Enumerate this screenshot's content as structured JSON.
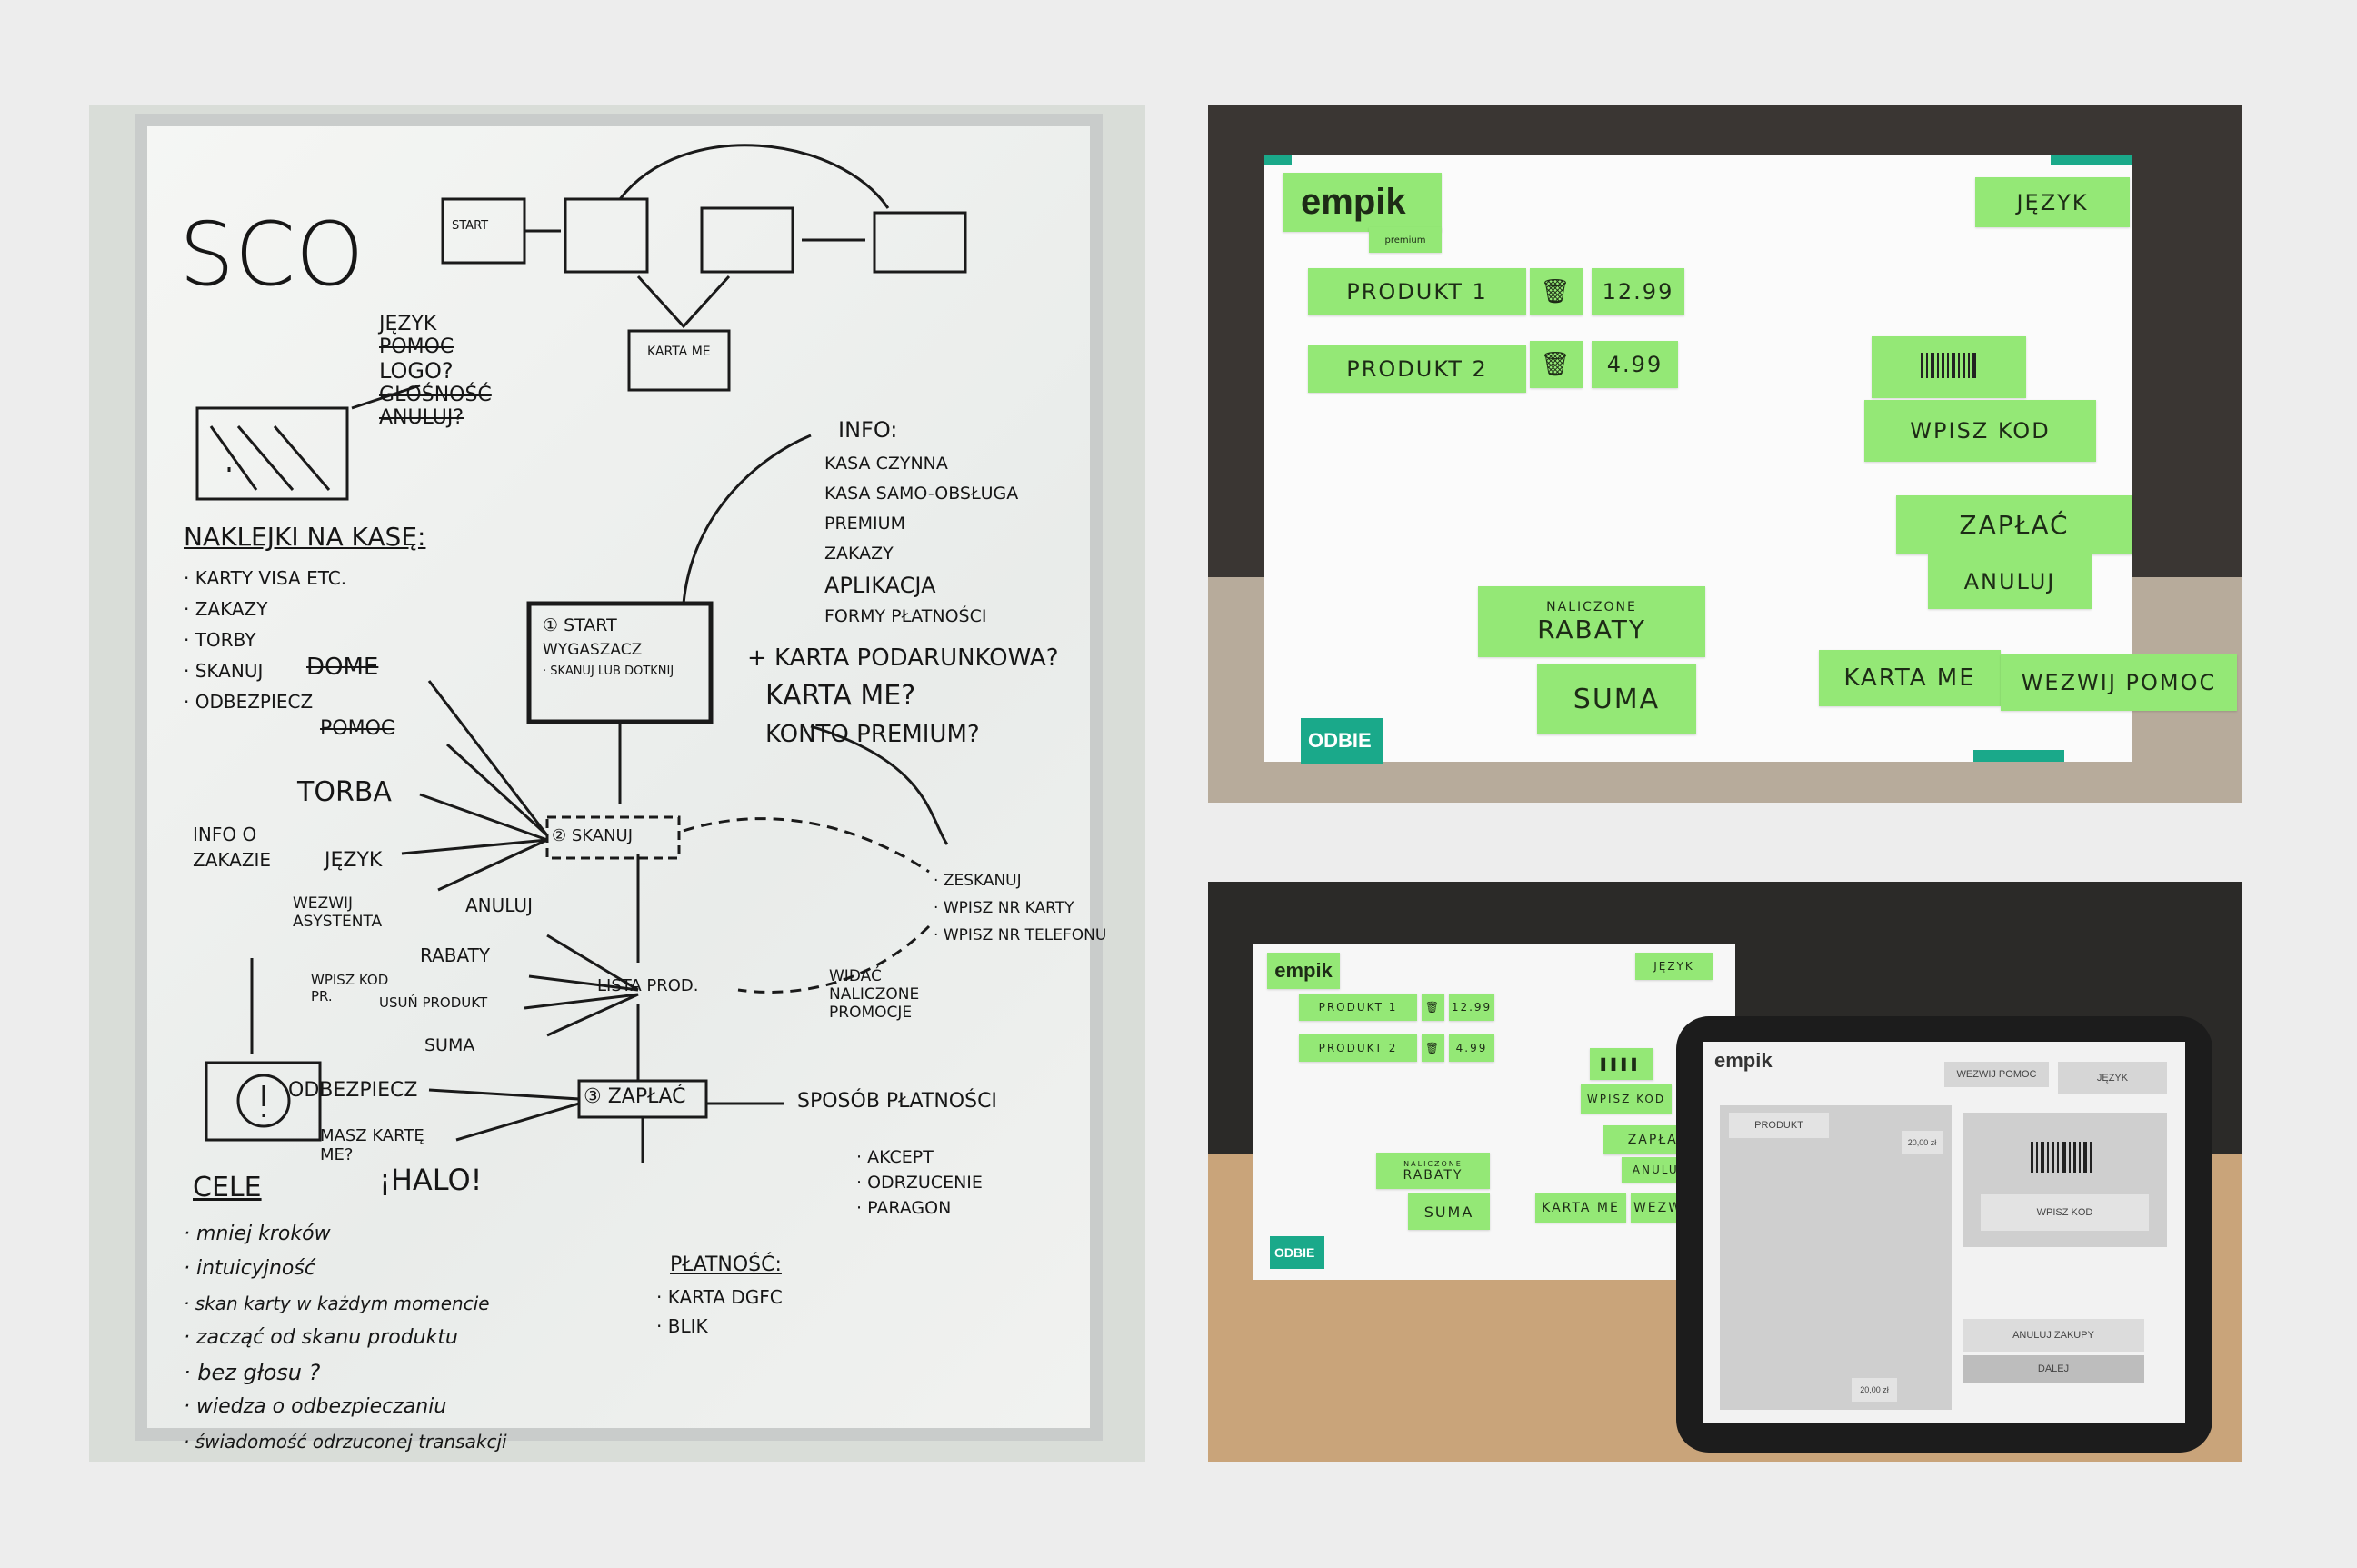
{
  "whiteboard": {
    "title": "SCO",
    "flow_start": "START",
    "karta_me_box": "KARTA ME",
    "header_list": [
      "JĘZYK",
      "POMOC",
      "LOGO?",
      "GŁOŚNOŚĆ",
      "ANULUJ?"
    ],
    "naklejki_title": "NAKLEJKI NA KASĘ:",
    "naklejki_items": [
      "KARTY VISA ETC.",
      "ZAKAZY",
      "TORBY",
      "SKANUJ",
      "ODBEZPIECZ"
    ],
    "info_title": "INFO:",
    "info_items": [
      "KASA CZYNNA",
      "KASA SAMO-OBSŁUGA",
      "PREMIUM",
      "ZAKAZY",
      "APLIKACJA",
      "FORMY PŁATNOŚCI"
    ],
    "start_box": [
      "① START",
      "WYGASZACZ",
      "· SKANUJ LUB DOTKNIJ"
    ],
    "questions": [
      "+ KARTA PODARUNKOWA?",
      "KARTA ME?",
      "KONTO PREMIUM?"
    ],
    "left_labels": [
      "DOME",
      "POMOC",
      "TORBA",
      "INFO O ZAKAZIE",
      "JĘZYK",
      "WEZWIJ ASYSTENTA",
      "ANULUJ",
      "RABATY",
      "WPISZ KOD PR.",
      "USUŃ PRODUKT",
      "SUMA",
      "ODBEZPIECZ",
      "MASZ KARTĘ ME?"
    ],
    "skanuj": "② SKANUJ",
    "right_scan": [
      "ZESKANUJ",
      "WPISZ NR KARTY",
      "WPISZ NR TELEFONU"
    ],
    "lista_prod": "LISTA PROD.",
    "promo": "WIDAĆ NALICZONE PROMOCJE",
    "zaplac": "③ ZAPŁAĆ",
    "sposob": "SPOSÓB PŁATNOŚCI",
    "sposob_items": [
      "AKCEPT",
      "ODRZUCENIE",
      "PARAGON"
    ],
    "platnosc_title": "PŁATNOŚĆ:",
    "platnosc_items": [
      "KARTA DGFC",
      "BLIK"
    ],
    "cele_title": "CELE",
    "halo": "¡HALO!",
    "cele_items": [
      "mniej kroków",
      "intuicyjność",
      "skan karty w każdym momencie",
      "zacząć od skanu produktu",
      "bez głosu ?",
      "wiedza o odbezpieczaniu",
      "świadomość odrzuconej transakcji"
    ]
  },
  "prototype": {
    "logo": "empik",
    "logo_sub": "premium",
    "jezyk": "JĘZYK",
    "products": [
      {
        "name": "PRODUKT 1",
        "price": "12.99"
      },
      {
        "name": "PRODUKT 2",
        "price": "4.99"
      }
    ],
    "wpisz_kod": "WPISZ KOD",
    "zaplac": "ZAPŁAĆ",
    "anuluj": "ANULUJ",
    "naliczone": "NALICZONE",
    "rabaty": "RABATY",
    "suma": "SUMA",
    "karta_me": "KARTA ME",
    "wezwij_pomoc": "WEZWIJ POMOC",
    "odbie": "ODBIE"
  },
  "tablet": {
    "paper_logo": "empik",
    "paper_jezyk": "JĘZYK",
    "paper_products": [
      {
        "name": "PRODUKT 1",
        "price": "12.99"
      },
      {
        "name": "PRODUKT 2",
        "price": "4.99"
      }
    ],
    "paper_wpisz": "WPISZ KOD",
    "paper_zaplac": "ZAPŁAĆ",
    "paper_anuluj": "ANULUJ",
    "paper_naliczone": "NALICZONE",
    "paper_rabaty": "RABATY",
    "paper_suma": "SUMA",
    "paper_karta": "KARTA ME",
    "paper_wezw": "WEZW",
    "paper_odbie": "ODBIE",
    "screen_logo": "empik",
    "wezwij_pomoc": "WEZWIJ POMOC",
    "jezyk": "JĘZYK",
    "produkt": "PRODUKT",
    "price": "20,00 zł",
    "total": "20,00 zł",
    "wpisz_kod": "WPISZ KOD",
    "anuluj_zakupy": "ANULUJ ZAKUPY",
    "dalej": "DALEJ"
  }
}
